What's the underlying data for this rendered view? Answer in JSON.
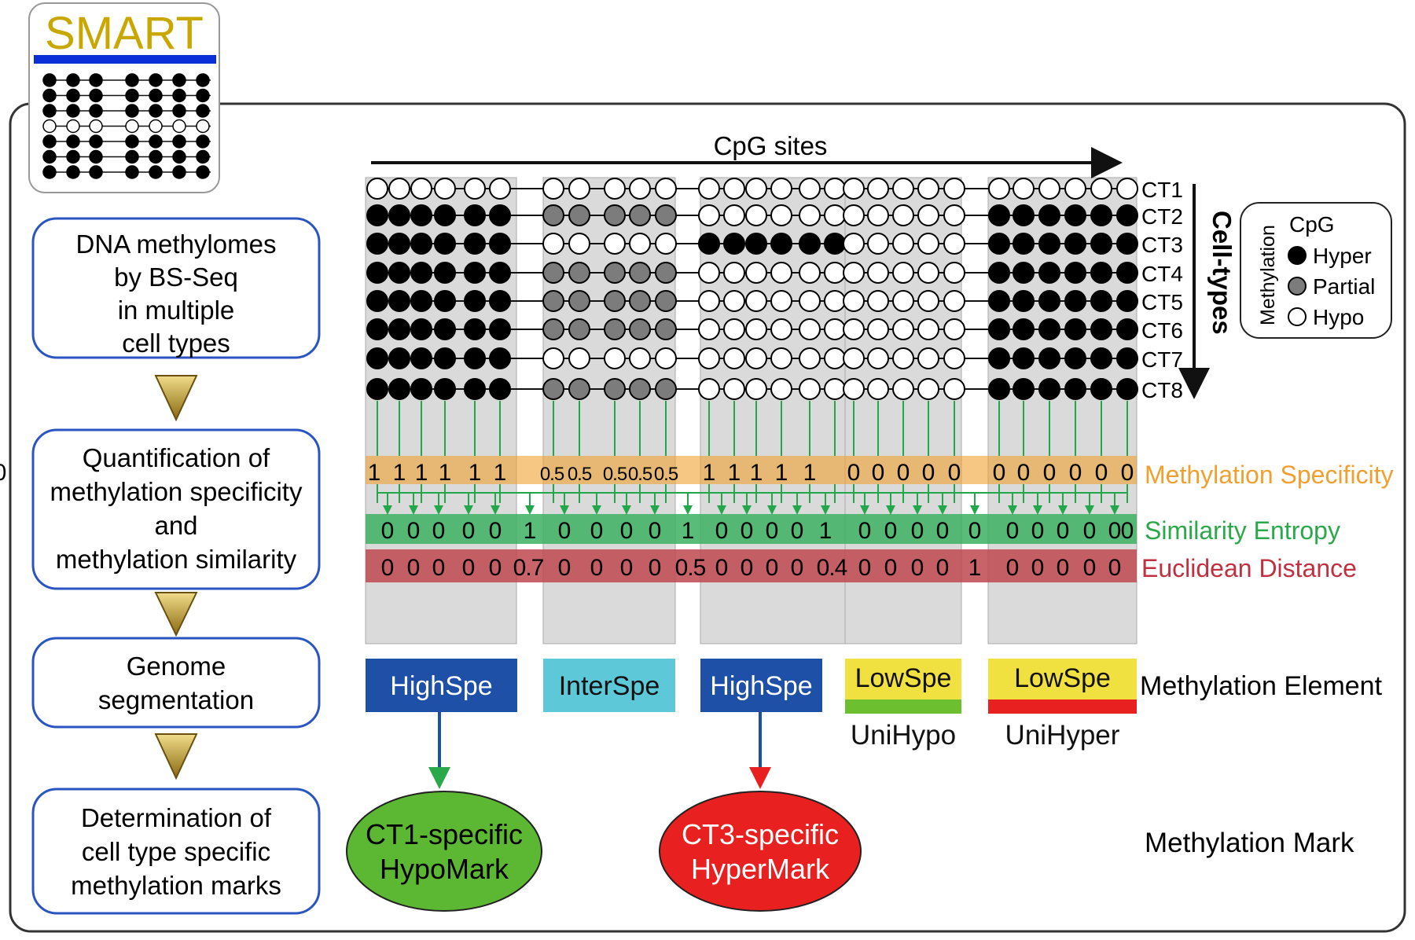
{
  "logo": {
    "text": "SMART",
    "color": "#c8a800",
    "bar_color": "#0a2fd8"
  },
  "workflow_steps": [
    {
      "lines": [
        "DNA methylomes",
        "by BS-Seq",
        "in multiple",
        "cell types"
      ]
    },
    {
      "lines": [
        "Quantification of",
        "methylation specificity",
        "and",
        "methylation similarity"
      ]
    },
    {
      "lines": [
        "Genome",
        "segmentation"
      ]
    },
    {
      "lines": [
        "Determination of",
        "cell type specific",
        "methylation marks"
      ]
    }
  ],
  "cpg_axis_label": "CpG sites",
  "celltypes_axis_label": "Cell-types",
  "cell_types": [
    "CT1",
    "CT2",
    "CT3",
    "CT4",
    "CT5",
    "CT6",
    "CT7",
    "CT8"
  ],
  "legend": {
    "axis_label": "Methylation",
    "title": "CpG",
    "items": [
      {
        "label": "Hyper",
        "state": "hyper"
      },
      {
        "label": "Partial",
        "state": "partial"
      },
      {
        "label": "Hypo",
        "state": "hypo"
      }
    ]
  },
  "matrix_rows": [
    "oooooo|ooooo|oooooo|ooooo|oooooo",
    "hhhhhh|ppppp|oooooo|ooooo|hhhhhh",
    "hhhhhh|ooooo|hhhhhh|ooooo|hhhhhh",
    "hhhhhh|ppppp|oooooo|ooooo|hhhhhh",
    "hhhhhh|ppppp|oooooo|ooooo|hhhhhh",
    "hhhhhh|ppppp|oooooo|ooooo|hhhhhh",
    "hhhhhh|ooooo|oooooo|ooooo|hhhhhh",
    "hhhhhh|ppppp|oooooo|ooooo|hhhhhh"
  ],
  "metrics": [
    {
      "name": "Methylation Specificity",
      "color": "#f0a030",
      "label_color": "#f0a030",
      "values": [
        "1",
        "1",
        "1",
        "1",
        "1",
        "1",
        "0.5",
        "0.5",
        "0.5",
        "0.5",
        "0.5",
        "1",
        "1",
        "1",
        "1",
        "1",
        "0",
        "0",
        "0",
        "0",
        "0",
        "0",
        "0",
        "0",
        "0",
        "0",
        "0",
        "0"
      ]
    },
    {
      "name": "Similarity Entropy",
      "color": "#3cb060",
      "label_color": "#2aa84a",
      "values": [
        "0",
        "0",
        "0",
        "0",
        "0",
        "1",
        "0",
        "0",
        "0",
        "0",
        "1",
        "0",
        "0",
        "0",
        "0",
        "1",
        "0",
        "0",
        "0",
        "0",
        "0",
        "0",
        "0",
        "0",
        "0",
        "0",
        "0"
      ]
    },
    {
      "name": "Euclidean Distance",
      "color": "#c04850",
      "label_color": "#c03040",
      "values": [
        "0",
        "0",
        "0",
        "0",
        "0",
        "0.7",
        "0",
        "0",
        "0",
        "0",
        "0.5",
        "0",
        "0",
        "0",
        "0",
        "0.4",
        "0",
        "0",
        "0",
        "0",
        "1",
        "0",
        "0",
        "0",
        "0",
        "0"
      ]
    }
  ],
  "elements_label": "Methylation Element",
  "segments": [
    {
      "label": "HighSpe",
      "fill": "#1e50a8",
      "text_color": "#ffffff",
      "stripe": "",
      "sublabel": ""
    },
    {
      "label": "InterSpe",
      "fill": "#5cc8d8",
      "text_color": "#111111",
      "stripe": "",
      "sublabel": ""
    },
    {
      "label": "HighSpe",
      "fill": "#1e50a8",
      "text_color": "#ffffff",
      "stripe": "",
      "sublabel": ""
    },
    {
      "label": "LowSpe",
      "fill": "#f0e040",
      "text_color": "#111111",
      "stripe": "#6cc030",
      "sublabel": "UniHypo"
    },
    {
      "label": "LowSpe",
      "fill": "#f0e040",
      "text_color": "#111111",
      "stripe": "#e82020",
      "sublabel": "UniHyper"
    }
  ],
  "marks_label": "Methylation Mark",
  "marks": [
    {
      "lines": [
        "CT1-specific",
        "HypoMark"
      ],
      "fill": "#5cb832",
      "arrow_color": "#2aa84a"
    },
    {
      "lines": [
        "CT3-specific",
        "HyperMark"
      ],
      "fill": "#e82020",
      "arrow_color": "#e82020"
    }
  ]
}
